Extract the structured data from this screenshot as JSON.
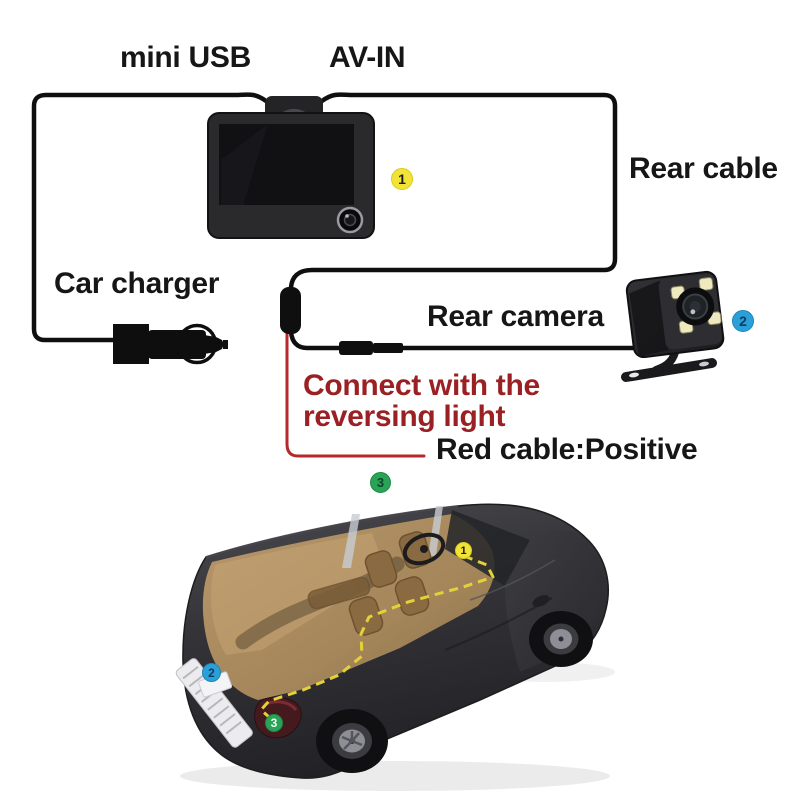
{
  "diagram": {
    "title_implicit": "Dash cam installation diagram",
    "labels": {
      "mini_usb": "mini USB",
      "av_in": "AV-IN",
      "rear_cable": "Rear cable",
      "car_charger": "Car charger",
      "rear_camera": "Rear camera",
      "reversing_note_line1": "Connect with the",
      "reversing_note_line2": "reversing light",
      "red_cable_note": "Red cable:Positive"
    },
    "markers": {
      "dashcam": "1",
      "rear_camera": "2",
      "reversing_wire": "3"
    },
    "car_markers": {
      "windshield": "1",
      "rear_hatch": "2",
      "taillight": "3"
    },
    "colors": {
      "cable_black": "#0f0f10",
      "wire_red": "#b5282c",
      "note_red": "#9b2023",
      "marker_yellow": "#f2e437",
      "marker_blue": "#2ba0d8",
      "marker_green": "#2aa257",
      "route_dash_yellow": "#e3d139"
    }
  }
}
